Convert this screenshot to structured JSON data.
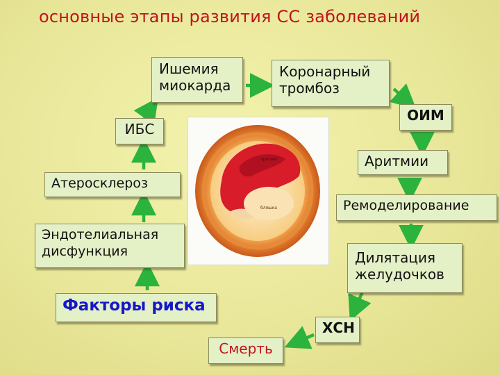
{
  "title": "основные этапы развития СС заболеваний",
  "boxes": {
    "ischemia": "Ишемия миокарда",
    "coronary_thrombosis": "Коронарный тромбоз",
    "oim": "ОИМ",
    "ibs": "ИБС",
    "arrhythmias": "Аритмии",
    "atherosclerosis": "Атеросклероз",
    "remodeling": "Ремоделирование",
    "endothelial_dysfunction": "Эндотелиальная дисфункция",
    "dilatation": "Дилятация желудочков",
    "risk_factors": "Факторы риска",
    "chf": "ХСН",
    "death": "Смерть"
  },
  "image_labels": {
    "lumen": "просвет",
    "plaque": "бляшка"
  },
  "colors": {
    "arrow": "#2bb33e",
    "title": "#c0141c",
    "risk_factors_text": "#1518c8",
    "box_fill": "#e4f0c6"
  }
}
